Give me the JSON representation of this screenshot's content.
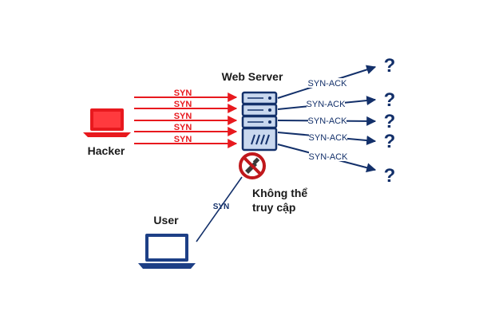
{
  "diagram": {
    "server_label": "Web Server",
    "hacker_label": "Hacker",
    "user_label": "User",
    "blocked_text_line1": "Không thể",
    "blocked_text_line2": "truy cập",
    "hacker_arrows": [
      {
        "label": "SYN"
      },
      {
        "label": "SYN"
      },
      {
        "label": "SYN"
      },
      {
        "label": "SYN"
      },
      {
        "label": "SYN"
      }
    ],
    "server_responses": [
      {
        "label": "SYN-ACK",
        "target": "?"
      },
      {
        "label": "SYN-ACK",
        "target": "?"
      },
      {
        "label": "SYN-ACK",
        "target": "?"
      },
      {
        "label": "SYN-ACK",
        "target": "?"
      },
      {
        "label": "SYN-ACK",
        "target": "?"
      }
    ],
    "user_request_label": "SYN",
    "colors": {
      "attack_red": "#e8191e",
      "navy": "#13306a",
      "server_fill": "#c9d8ef",
      "server_stroke": "#13306a",
      "laptop_blue": "#1d3f86",
      "blocked_red": "#c0181c"
    },
    "icons": {
      "hacker_laptop": "laptop-icon",
      "user_laptop": "laptop-icon",
      "server": "server-rack-icon",
      "blocked": "no-access-icon"
    }
  }
}
